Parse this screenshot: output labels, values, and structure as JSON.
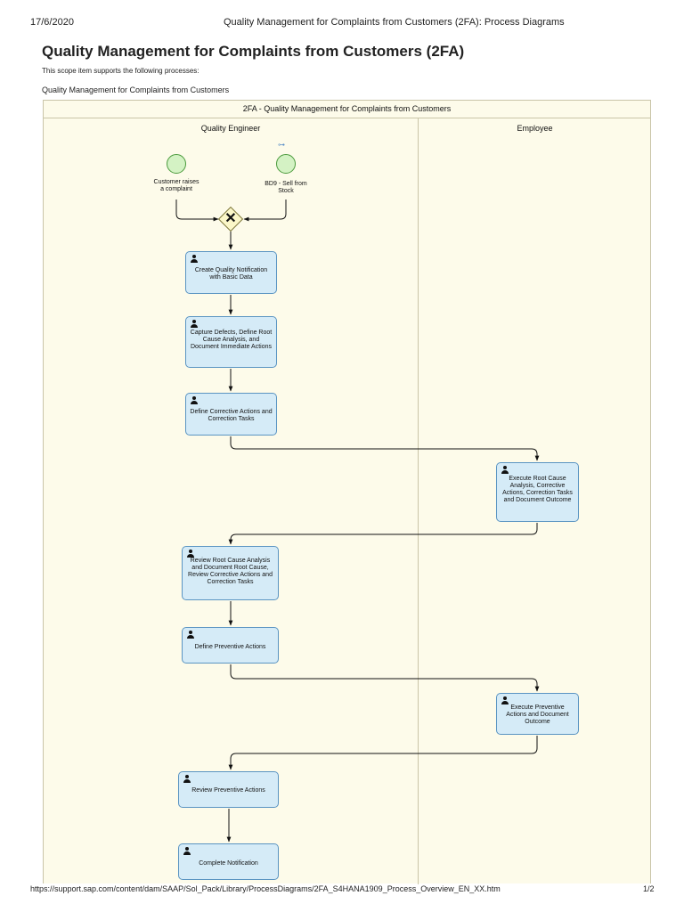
{
  "header": {
    "date": "17/6/2020",
    "title": "Quality Management for Complaints from Customers (2FA): Process Diagrams"
  },
  "page": {
    "title": "Quality Management for Complaints from Customers (2FA)",
    "intro": "This scope item supports the following processes:",
    "diagram_label": "Quality Management for Complaints from Customers"
  },
  "diagram": {
    "pool_title": "2FA - Quality Management for Complaints from Customers",
    "lanes": [
      "Quality Engineer",
      "Employee"
    ],
    "start_events": [
      {
        "label": "Customer raises a complaint",
        "lane": "Quality Engineer"
      },
      {
        "label": "BD9 - Sell from Stock",
        "lane": "Quality Engineer",
        "linked": true
      }
    ],
    "gateway": {
      "type": "exclusive",
      "symbol": "✕"
    },
    "tasks": [
      {
        "label": "Create Quality Notification with Basic Data",
        "lane": "Quality Engineer"
      },
      {
        "label": "Capture Defects, Define Root Cause Analysis, and Document Immediate Actions",
        "lane": "Quality Engineer"
      },
      {
        "label": "Define Corrective Actions and Correction Tasks",
        "lane": "Quality Engineer"
      },
      {
        "label": "Execute Root Cause Analysis, Corrective Actions, Correction Tasks and Document Outcome",
        "lane": "Employee"
      },
      {
        "label": "Review Root Cause Analysis and Document Root Cause, Review Corrective Actions and Correction Tasks",
        "lane": "Quality Engineer"
      },
      {
        "label": "Define Preventive Actions",
        "lane": "Quality Engineer"
      },
      {
        "label": "Execute Preventive Actions and Document Outcome",
        "lane": "Employee"
      },
      {
        "label": "Review Preventive Actions",
        "lane": "Quality Engineer"
      },
      {
        "label": "Complete Notification",
        "lane": "Quality Engineer"
      }
    ],
    "colors": {
      "task_fill": "#d5ebf7",
      "task_border": "#5a94c2",
      "event_fill": "#d4f2c4",
      "event_border": "#4a9a3c",
      "gateway_fill": "#fbf7c8",
      "pool_fill": "#fdfbea"
    },
    "icons": {
      "task": "user-icon",
      "linked_event": "link-icon"
    }
  },
  "footer": {
    "url": "https://support.sap.com/content/dam/SAAP/Sol_Pack/Library/ProcessDiagrams/2FA_S4HANA1909_Process_Overview_EN_XX.htm",
    "page": "1/2"
  }
}
